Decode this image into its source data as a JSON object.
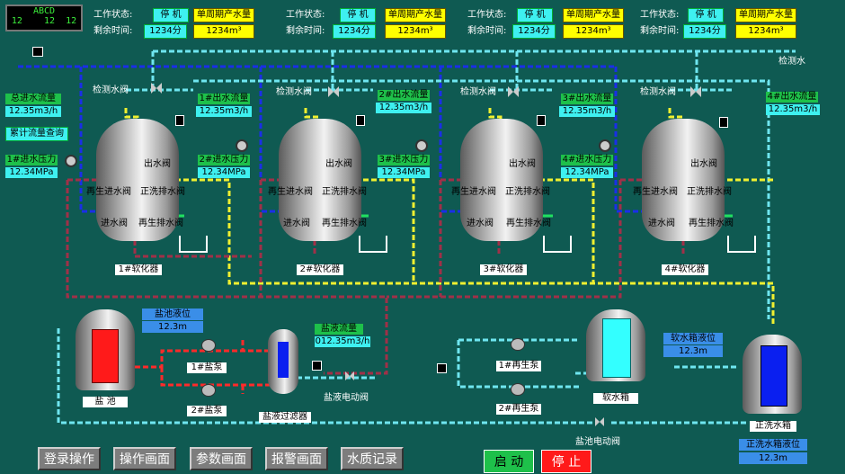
{
  "header": {
    "clock_label": "ABCD",
    "clock_time": "12    12  12",
    "units": [
      {
        "status_label": "工作状态:",
        "status_value": "停  机",
        "cycle_label": "单周期产水量",
        "remain_label": "剩余时间:",
        "remain_value": "1234分",
        "cycle_value": "1234m³"
      },
      {
        "status_label": "工作状态:",
        "status_value": "停  机",
        "cycle_label": "单周期产水量",
        "remain_label": "剩余时间:",
        "remain_value": "1234分",
        "cycle_value": "1234m³"
      },
      {
        "status_label": "工作状态:",
        "status_value": "停  机",
        "cycle_label": "单周期产水量",
        "remain_label": "剩余时间:",
        "remain_value": "1234分",
        "cycle_value": "1234m³"
      },
      {
        "status_label": "工作状态:",
        "status_value": "停  机",
        "cycle_label": "单周期产水量",
        "remain_label": "剩余时间:",
        "remain_value": "1234分",
        "cycle_value": "1234m³"
      }
    ]
  },
  "left": {
    "total_flow_label": "总进水流量",
    "total_flow_value": "12.35m3/h",
    "cumulative_query": "累计流量查询",
    "inlet_pressure_label": "1#进水压力",
    "inlet_pressure_value": "12.34MPa"
  },
  "softeners": [
    {
      "name": "1#软化器",
      "out_flow_label": "1#出水流量",
      "out_flow_value": "12.35m3/h",
      "pressure_label": "2#进水压力",
      "pressure_value": "12.34MPa",
      "check_valve": "检测水阀",
      "valve_out": "出水阀",
      "valve_regen_in": "再生进水阀",
      "valve_wash": "正洗排水阀",
      "valve_in": "进水阀",
      "valve_regen_out": "再生排水阀"
    },
    {
      "name": "2#软化器",
      "out_flow_label": "2#出水流量",
      "out_flow_value": "12.35m3/h",
      "pressure_label": "3#进水压力",
      "pressure_value": "12.34MPa",
      "check_valve": "检测水阀",
      "valve_out": "出水阀",
      "valve_regen_in": "再生进水阀",
      "valve_wash": "正洗排水阀",
      "valve_in": "进水阀",
      "valve_regen_out": "再生排水阀"
    },
    {
      "name": "3#软化器",
      "out_flow_label": "3#出水流量",
      "out_flow_value": "12.35m3/h",
      "pressure_label": "4#进水压力",
      "pressure_value": "12.34MPa",
      "check_valve": "检测水阀",
      "valve_out": "出水阀",
      "valve_regen_in": "再生进水阀",
      "valve_wash": "正洗排水阀",
      "valve_in": "进水阀",
      "valve_regen_out": "再生排水阀"
    },
    {
      "name": "4#软化器",
      "out_flow_label": "4#出水流量",
      "out_flow_value": "12.35m3/h",
      "pressure_label": "",
      "pressure_value": "",
      "check_valve": "检测水阀",
      "valve_out": "出水阀",
      "valve_regen_in": "再生进水阀",
      "valve_wash": "正洗排水阀",
      "valve_in": "进水阀",
      "valve_regen_out": "再生排水阀"
    }
  ],
  "check_water": "检测水",
  "bottom": {
    "salt_level_label": "盐池液位",
    "salt_level_value": "12.3m",
    "salt_pool": "盐  池",
    "salt_pump_1": "1#盐泵",
    "salt_pump_2": "2#盐泵",
    "brine_flow_label": "盐液流量",
    "brine_flow_value": "012.35m3/h",
    "brine_filter": "盐液过滤器",
    "brine_valve": "盐液电动阀",
    "regen_pump_1": "1#再生泵",
    "regen_pump_2": "2#再生泵",
    "soft_tank": "软水箱",
    "soft_level_label": "软水箱液位",
    "soft_level_value": "12.3m",
    "salt_pool_valve": "盐池电动阀",
    "wash_tank": "正洗水箱",
    "wash_level_label": "正洗水箱液位",
    "wash_level_value": "12.3m"
  },
  "nav_buttons": [
    "登录操作",
    "操作画面",
    "参数画面",
    "报警画面",
    "水质记录"
  ],
  "start_label": "启  动",
  "stop_label": "停  止",
  "colors": {
    "background": "#0f5a52",
    "start": "#1ec04a",
    "stop": "#ff1a1a",
    "salt_red": "#ff1a1a",
    "soft_cyan": "#33ffff",
    "wash_blue": "#0a1ff0"
  }
}
